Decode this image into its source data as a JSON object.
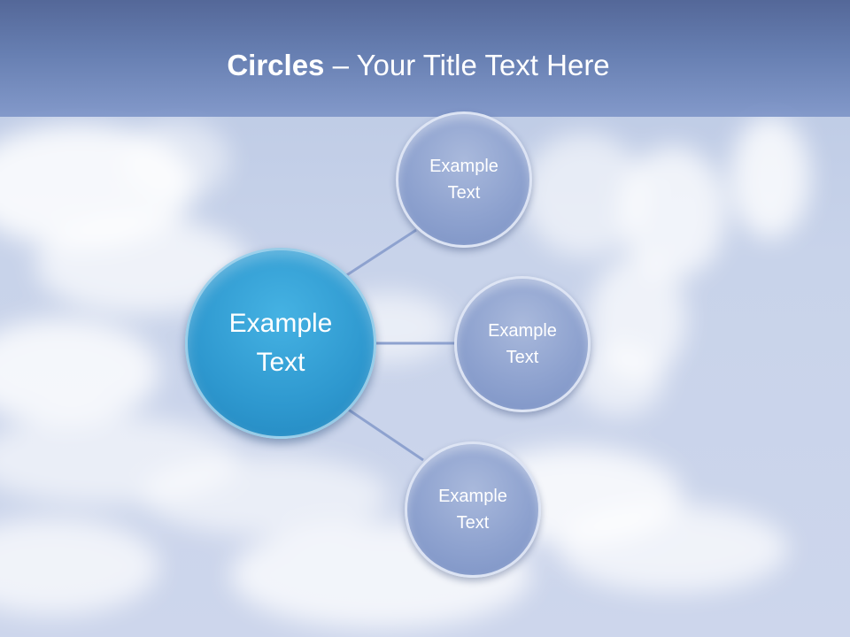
{
  "slide": {
    "title_bold": "Circles",
    "title_rest": " – Your Title Text Here"
  },
  "diagram": {
    "center": {
      "label": "Example\nText"
    },
    "nodes": [
      {
        "label": "Example\nText"
      },
      {
        "label": "Example\nText"
      },
      {
        "label": "Example\nText"
      }
    ]
  },
  "colors": {
    "title_band": "#5f78ad",
    "center_circle": "#2e98cf",
    "node_circle": "#8ea2cf",
    "connector": "#8ea2cf",
    "text": "#ffffff"
  }
}
